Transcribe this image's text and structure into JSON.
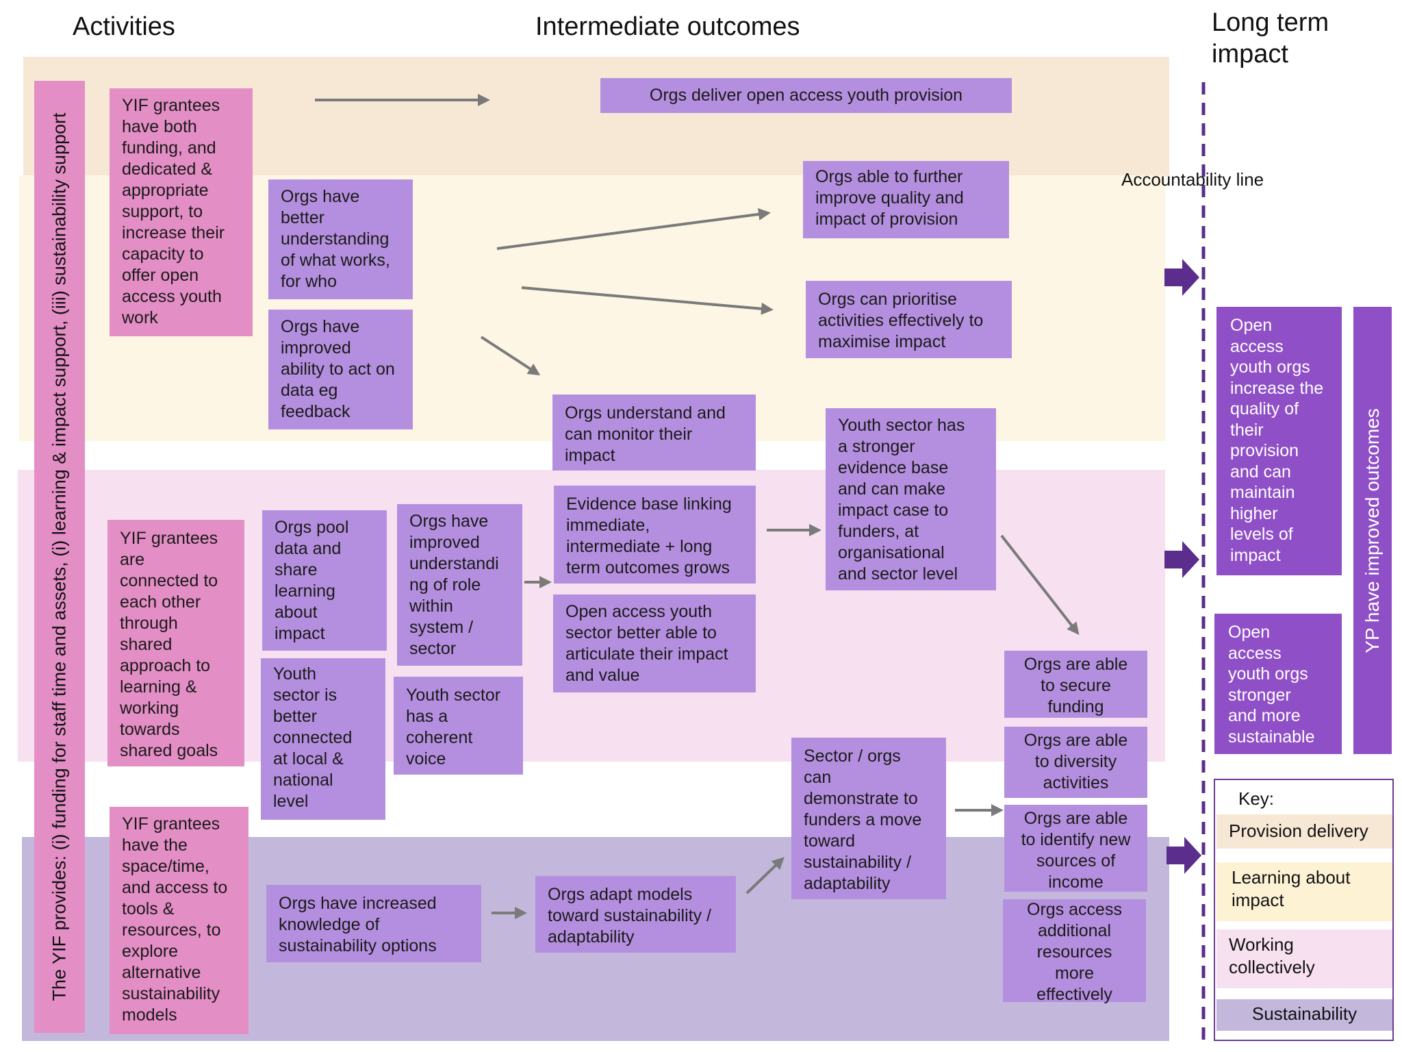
{
  "headers": {
    "activities": "Activities",
    "intermediate": "Intermediate outcomes",
    "long_term": "Long term\nimpact"
  },
  "provider_text": "The YIF provides: (i) funding for staff time and assets, (i) learning & impact support, (iii) sustainability support",
  "accountability_line": "Accountability line",
  "activities": [
    "YIF grantees\nhave both\nfunding, and\ndedicated &\nappropriate\nsupport, to\nincrease their\ncapacity to\noffer open\naccess youth\nwork",
    "YIF grantees\nare\nconnected to\neach other\nthrough\nshared\napproach to\nlearning &\nworking\ntowards\nshared goals",
    "YIF grantees\nhave the\nspace/time,\nand access to\ntools &\nresources, to\nexplore\nalternative\nsustainability\nmodels"
  ],
  "outcomes": {
    "deliver": "Orgs deliver open access youth provision",
    "better_understanding": "Orgs have\nbetter\nunderstanding\nof what works,\nfor who",
    "improved_ability": "Orgs have\nimproved\nability to act on\ndata eg\nfeedback",
    "further_improve": "Orgs able to further\nimprove quality and\nimpact of provision",
    "prioritise": "Orgs can prioritise\nactivities effectively to\nmaximise impact",
    "understand_monitor": "Orgs understand and\ncan monitor their\nimpact",
    "pool_data": "Orgs pool\ndata and\nshare\nlearning\nabout\nimpact",
    "role_within": "Orgs have\nimproved\nunderstandi\nng of role\nwithin\nsystem /\nsector",
    "evidence_grows": "Evidence base linking\nimmediate,\nintermediate + long\nterm outcomes grows",
    "articulate": "Open access youth\nsector better able to\narticulate their impact\nand value",
    "stronger_evidence": "Youth sector has\na stronger\nevidence base\nand can make\nimpact case to\nfunders, at\norganisational\nand sector level",
    "better_connected": "Youth\nsector is\nbetter\nconnected\nat local &\nnational\nlevel",
    "coherent_voice": "Youth sector\nhas a\ncoherent\nvoice",
    "secure_funding": "Orgs are able\nto secure\nfunding",
    "diversity": "Orgs are able\nto diversity\nactivities",
    "new_sources": "Orgs are able\nto identify new\nsources of\nincome",
    "access_resources": "Orgs access\nadditional\nresources\nmore\neffectively",
    "demonstrate": "Sector / orgs\ncan\ndemonstrate to\nfunders a move\ntoward\nsustainability /\nadaptability",
    "increased_knowledge": "Orgs have increased\nknowledge of\nsustainability options",
    "adapt_models": "Orgs adapt models\ntoward sustainability /\nadaptability"
  },
  "long_term": {
    "quality": "Open\naccess\nyouth orgs\nincrease the\nquality of\ntheir\nprovision\nand can\nmaintain\nhigher\nlevels of\nimpact",
    "stronger": "Open\naccess\nyouth orgs\nstronger\nand more\nsustainable",
    "yp": "YP have improved outcomes"
  },
  "key": {
    "title": "Key:",
    "items": [
      {
        "label": "Provision delivery",
        "color": "#f7e8d5"
      },
      {
        "label": "Learning about\nimpact",
        "color": "#fdf3d4"
      },
      {
        "label": "Working\ncollectively",
        "color": "#f7e1f1"
      },
      {
        "label": "Sustainability",
        "color": "#c3b8dc"
      }
    ]
  },
  "colors": {
    "band_provision": "#f7e8d5",
    "band_learning": "#fdf6e4",
    "band_collective": "#f7e1f1",
    "band_sustainability": "#c3b8dc",
    "activity_box": "#e48ec6",
    "outcome_box": "#b58fdf",
    "impact_box": "#8f4fc7",
    "arrow": "#7a7a7a",
    "accountability": "#5b2d8c"
  }
}
